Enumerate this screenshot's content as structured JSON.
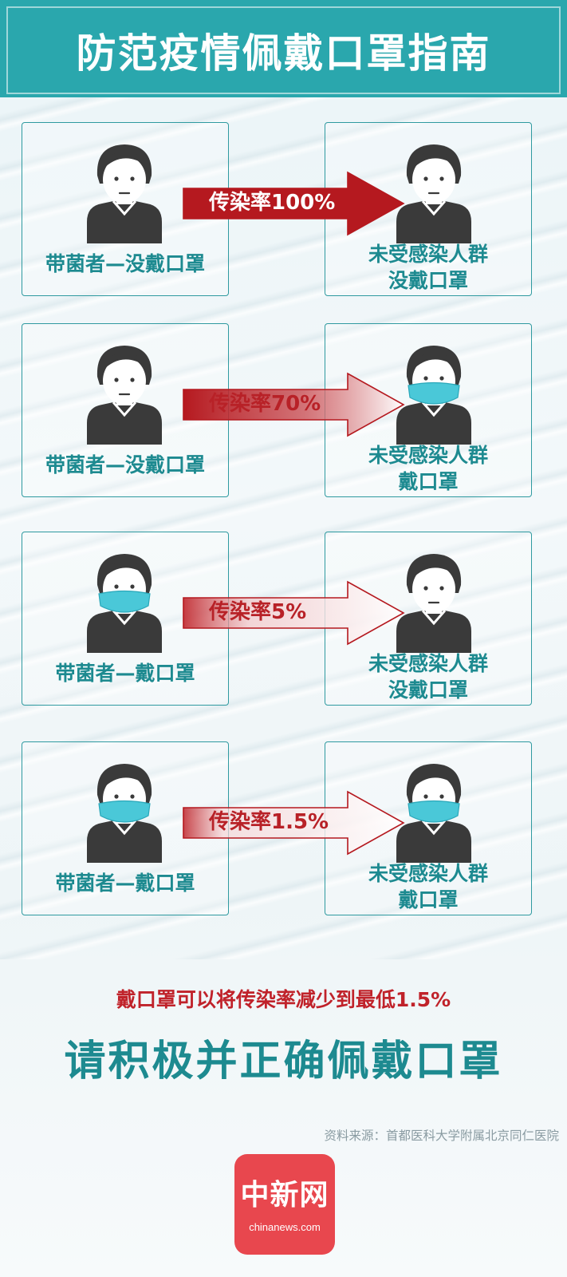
{
  "title": "防范疫情佩戴口罩指南",
  "rows": [
    {
      "carrier_label": "带菌者—没戴口罩",
      "carrier_mask": false,
      "rate_label": "传染率100%",
      "rate": "100%",
      "receiver_label_1": "未受感染人群",
      "receiver_label_2": "没戴口罩",
      "receiver_mask": false
    },
    {
      "carrier_label": "带菌者—没戴口罩",
      "carrier_mask": false,
      "rate_label": "传染率70%",
      "rate": "70%",
      "receiver_label_1": "未受感染人群",
      "receiver_label_2": "戴口罩",
      "receiver_mask": true
    },
    {
      "carrier_label": "带菌者—戴口罩",
      "carrier_mask": true,
      "rate_label": "传染率5%",
      "rate": "5%",
      "receiver_label_1": "未受感染人群",
      "receiver_label_2": "没戴口罩",
      "receiver_mask": false
    },
    {
      "carrier_label": "带菌者—戴口罩",
      "carrier_mask": true,
      "rate_label": "传染率1.5%",
      "rate": "1.5%",
      "receiver_label_1": "未受感染人群",
      "receiver_label_2": "戴口罩",
      "receiver_mask": true
    }
  ],
  "note": "戴口罩可以将传染率减少到最低1.5%",
  "slogan": "请积极并正确佩戴口罩",
  "source": "资料来源：首都医科大学附属北京同仁医院",
  "logo": {
    "name": "中新网",
    "domain": "chinanews.com"
  },
  "colors": {
    "header_bg": "#2aa7ad",
    "teal_text": "#1d8a90",
    "box_border": "#2f9aa0",
    "arrow_red": "#b5191f",
    "mask": "#4ac8d8",
    "person": "#3a3a3a",
    "logo_bg": "#e8474e"
  },
  "icons": {
    "person": "person-icon",
    "masked_person": "masked-person-icon",
    "arrow": "right-arrow-icon"
  }
}
